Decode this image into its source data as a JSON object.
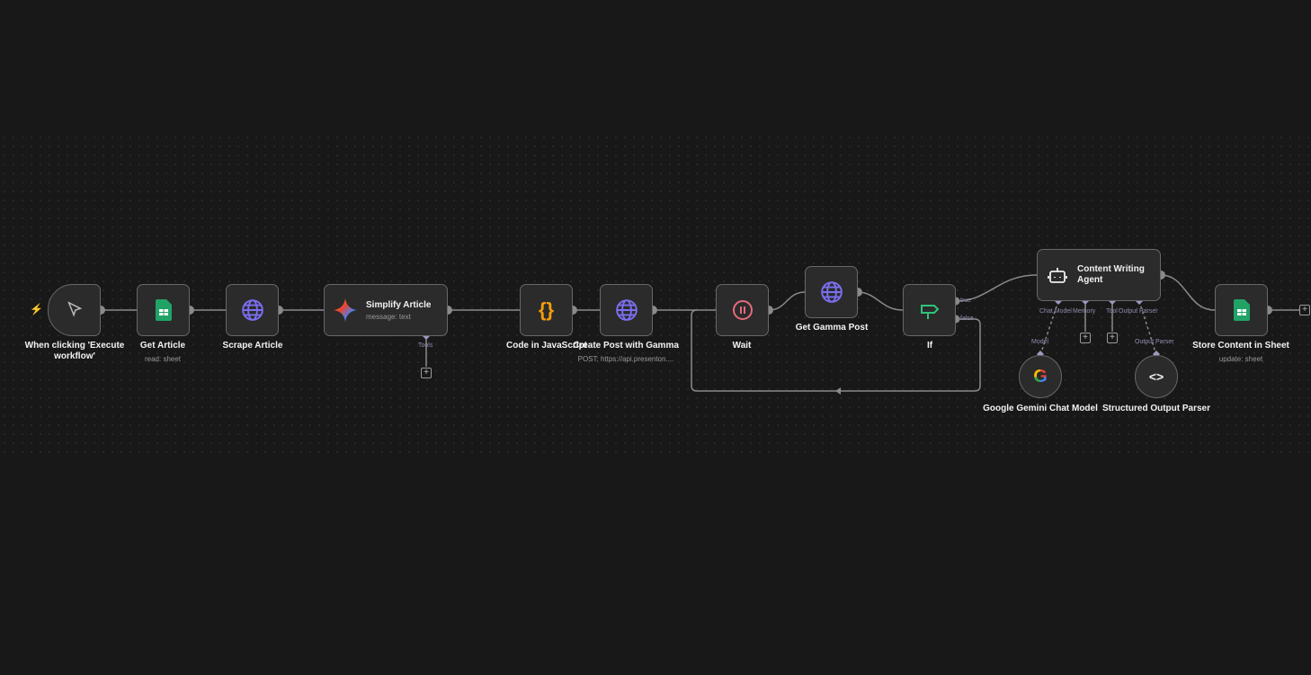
{
  "nodes": {
    "trigger": {
      "title": "When clicking 'Execute workflow'",
      "icon": "cursor-icon"
    },
    "get_article": {
      "title": "Get Article",
      "subtitle": "read: sheet",
      "icon": "google-sheets-icon"
    },
    "scrape_article": {
      "title": "Scrape Article",
      "icon": "globe-icon"
    },
    "simplify_article": {
      "title": "Simplify Article",
      "subtitle": "message: text",
      "icon": "gemini-icon",
      "port": "Tools"
    },
    "code_js": {
      "title": "Code in JavaScript",
      "icon": "code-braces-icon"
    },
    "create_post": {
      "title": "Create Post with Gamma",
      "subtitle": "POST: https://api.presenton....",
      "icon": "globe-icon"
    },
    "wait": {
      "title": "Wait",
      "icon": "pause-icon"
    },
    "get_gamma_post": {
      "title": "Get Gamma Post",
      "icon": "globe-icon"
    },
    "if": {
      "title": "If",
      "icon": "signpost-icon",
      "true_label": "true",
      "false_label": "false"
    },
    "agent": {
      "title": "Content Writing Agent",
      "icon": "robot-icon",
      "ports": [
        "Chat Model",
        "Memory",
        "Tool",
        "Output Parser"
      ]
    },
    "gemini": {
      "title": "Google Gemini Chat Model",
      "port": "Model",
      "icon": "google-icon"
    },
    "parser": {
      "title": "Structured Output Parser",
      "port": "Output Parser",
      "icon": "code-brackets-icon"
    },
    "store": {
      "title": "Store Content in Sheet",
      "subtitle": "update: sheet",
      "icon": "google-sheets-icon"
    }
  },
  "plus_symbol": "+",
  "colors": {
    "background": "#181818",
    "node": "#2b2b2b",
    "border": "#686868",
    "http": "#7b6ff0",
    "sheets": "#21a366",
    "code": "#f59e0b",
    "wait": "#e66a7c",
    "if": "#2fc47a",
    "trigger": "#ff6d5a"
  }
}
